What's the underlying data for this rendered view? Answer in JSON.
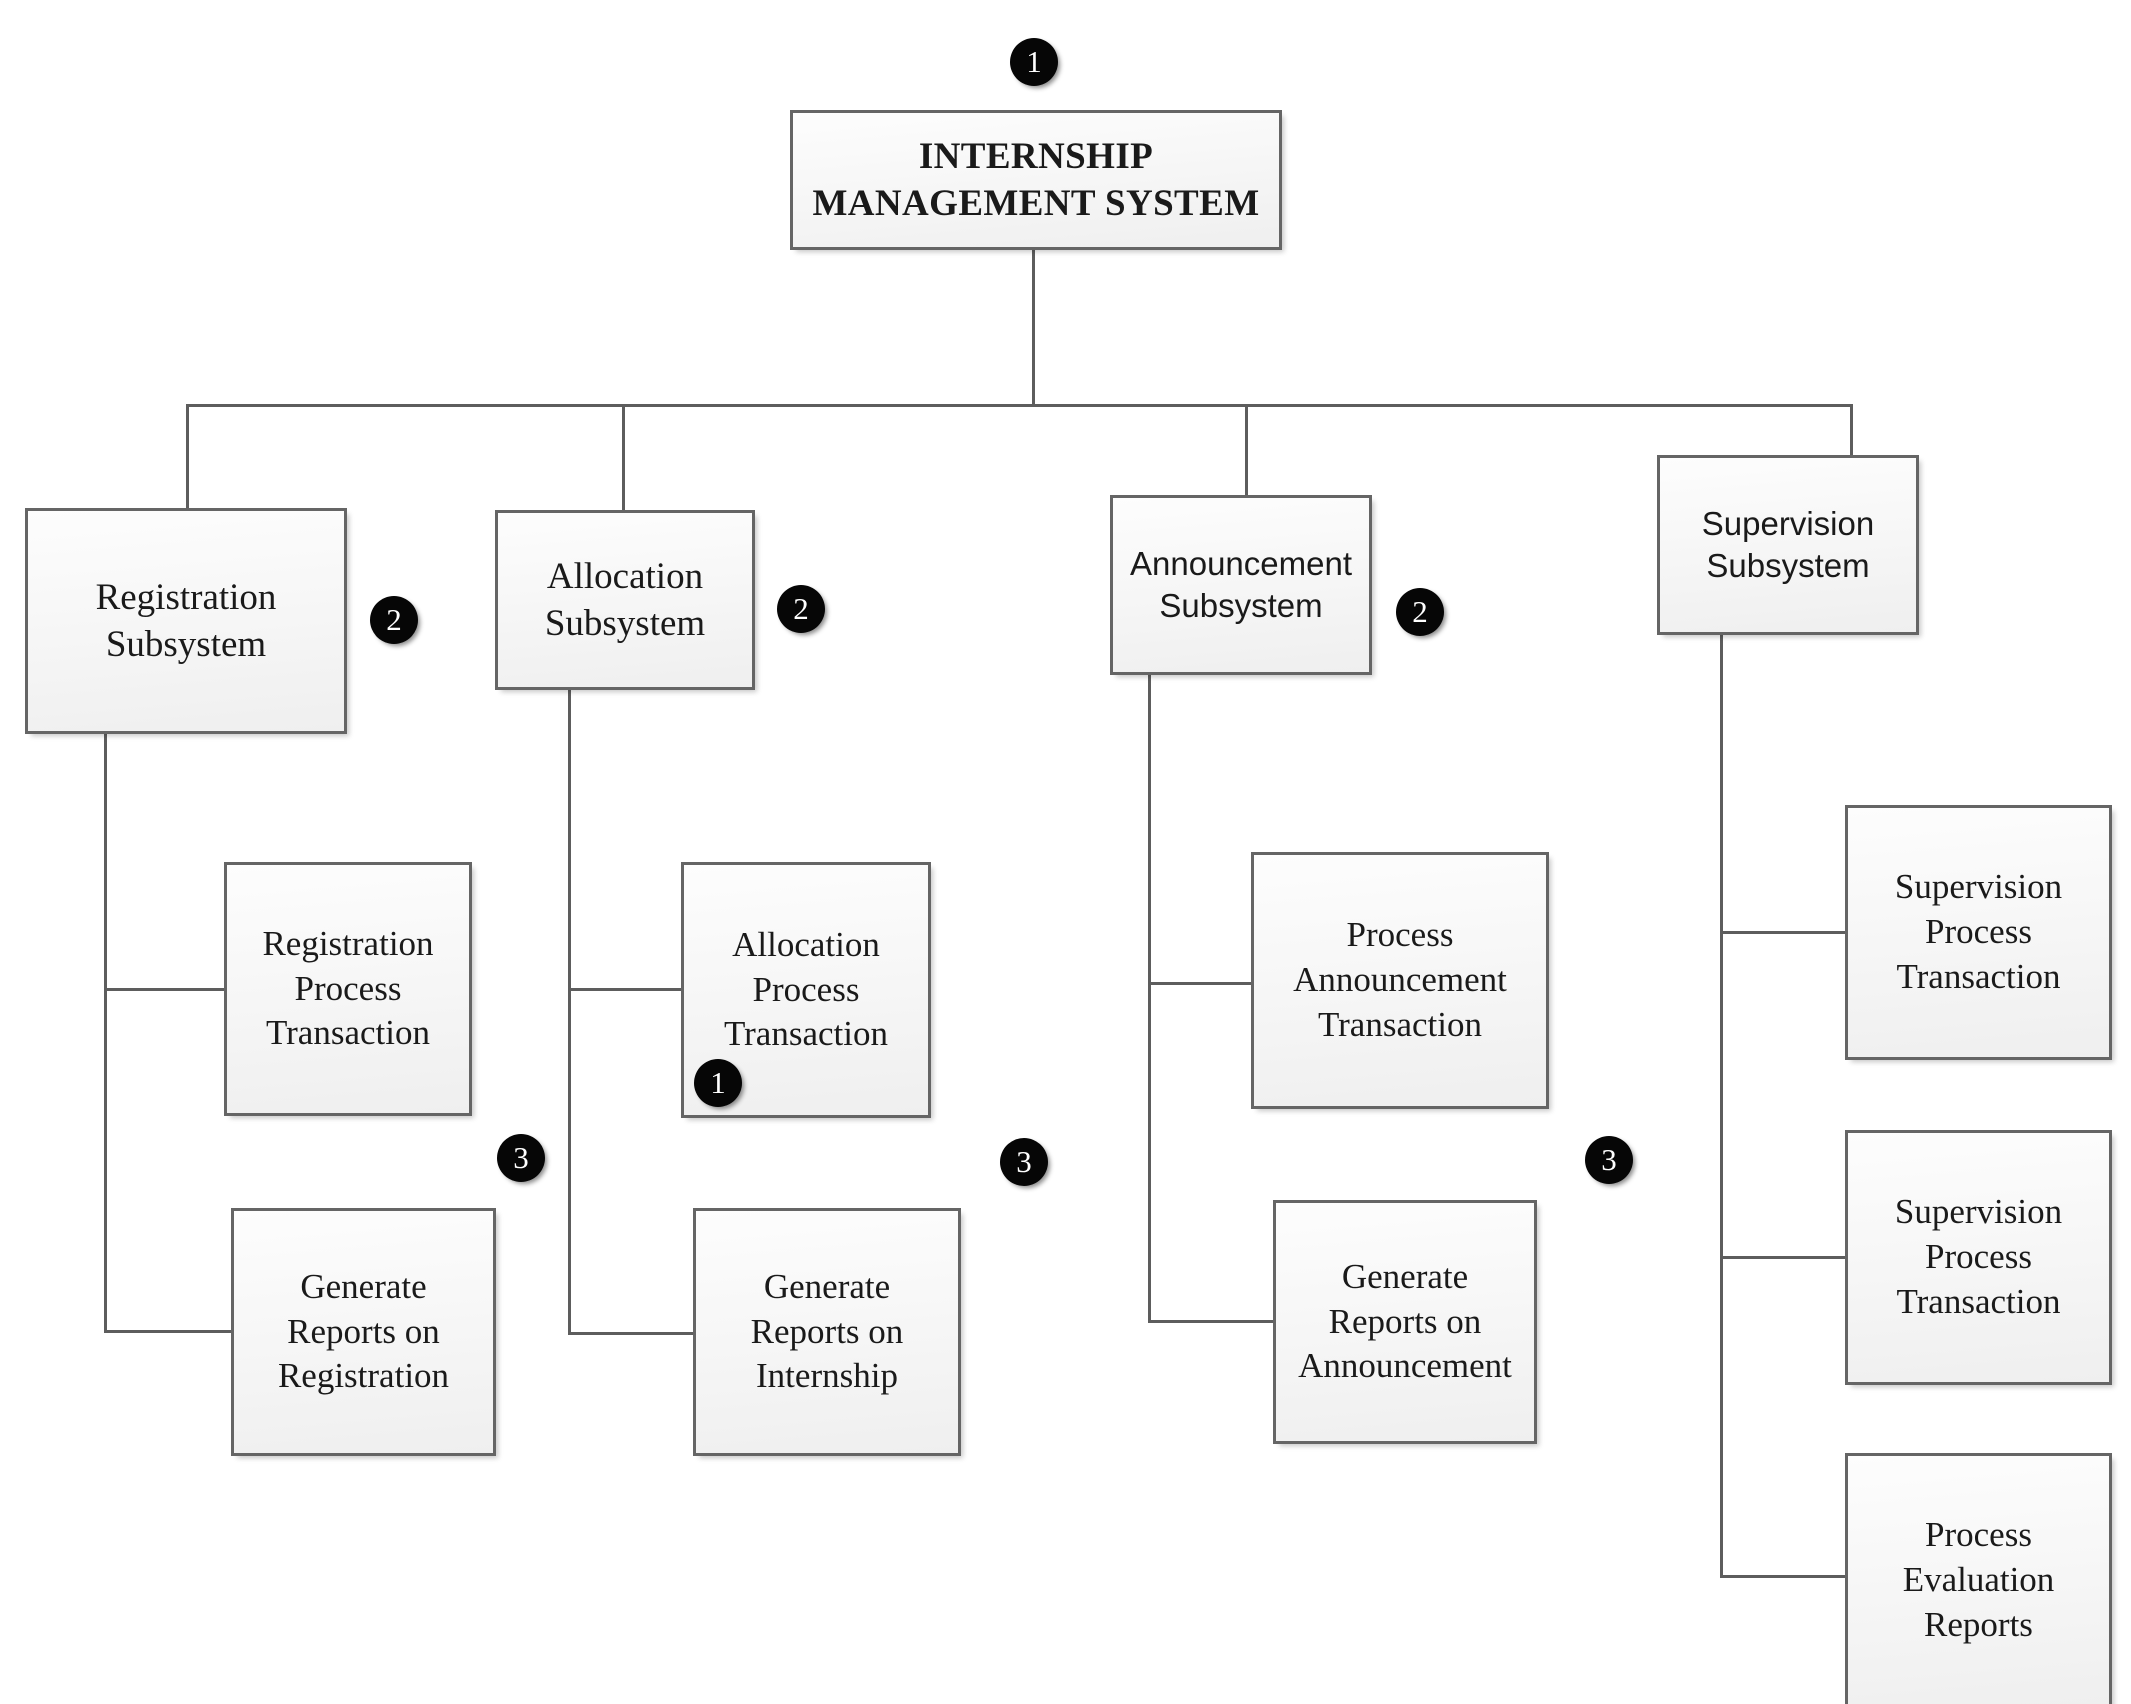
{
  "diagram": {
    "title": "Internship Management System Structure Chart",
    "colors": {
      "background": "#ffffff",
      "box_border": "#656565",
      "box_fill": "#f5f5f5",
      "connector": "#5d5d5d",
      "badge_fill": "#060606",
      "badge_text": "#ffffff",
      "text": "#1a1a1a"
    }
  },
  "nodes": {
    "root": {
      "label": "INTERNSHIP\nMANAGEMENT SYSTEM"
    },
    "registration_subsystem": {
      "label": "Registration\nSubsystem"
    },
    "allocation_subsystem": {
      "label": "Allocation\nSubsystem"
    },
    "announcement_subsystem": {
      "label": "Announcement\nSubsystem"
    },
    "supervision_subsystem": {
      "label": "Supervision\nSubsystem"
    },
    "registration_process_transaction": {
      "label": "Registration\nProcess\nTransaction"
    },
    "generate_reports_registration": {
      "label": "Generate\nReports on\nRegistration"
    },
    "allocation_process_transaction": {
      "label": "Allocation\nProcess\nTransaction"
    },
    "generate_reports_internship": {
      "label": "Generate\nReports on\nInternship"
    },
    "process_announcement_transaction": {
      "label": "Process\nAnnouncement\nTransaction"
    },
    "generate_reports_announcement": {
      "label": "Generate\nReports on\nAnnouncement"
    },
    "supervision_process_transaction_1": {
      "label": "Supervision\nProcess\nTransaction"
    },
    "supervision_process_transaction_2": {
      "label": "Supervision\nProcess\nTransaction"
    },
    "process_evaluation_reports": {
      "label": "Process\nEvaluation\nReports"
    }
  },
  "badges": {
    "root_level": "1",
    "registration_level": "2",
    "allocation_level": "2",
    "announcement_level": "2",
    "allocation_process_inner": "1",
    "registration_children_level": "3",
    "allocation_children_level": "3",
    "announcement_children_level": "3"
  }
}
